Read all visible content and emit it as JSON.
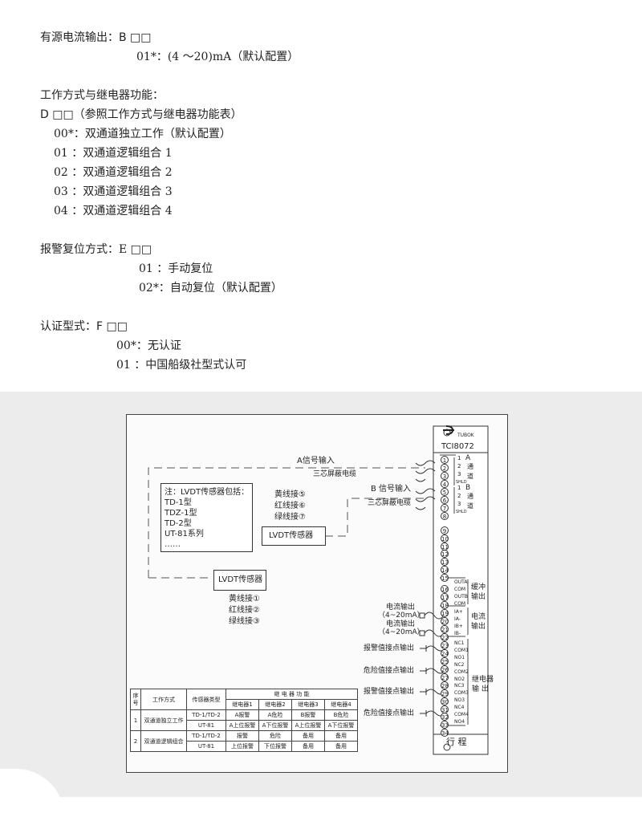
{
  "source": {
    "title": "有源电流输出：B □□",
    "option": "01*：(4 ～20)mA（默认配置）"
  },
  "mode": {
    "title": "工作方式与继电器功能：",
    "subtitle": "D □□（参照工作方式与继电器功能表）",
    "options": [
      "00*：双通道独立工作（默认配置）",
      "01 ：双通道逻辑组合 1",
      "02 ：双通道逻辑组合 2",
      "03 ：双通道逻辑组合 3",
      "04 ：双通道逻辑组合 4"
    ]
  },
  "reset": {
    "title": "报警复位方式：E □□",
    "options": [
      "01 ：手动复位",
      "02*：自动复位（默认配置）"
    ]
  },
  "cert": {
    "title": "认证型式：F □□",
    "options": [
      "00*：无认证",
      "01 ：中国船级社型式认可"
    ]
  },
  "diagram": {
    "device": {
      "logo": "TUBOK",
      "model": "TCI8072",
      "bottom": "行 程"
    },
    "chA": {
      "signal": "A信号输入",
      "cable": "三芯屏蔽电缆",
      "label": "A",
      "chars": [
        "通",
        "道"
      ],
      "pins": [
        "1",
        "2",
        "3",
        "SHLD"
      ]
    },
    "chB": {
      "signal": "B 信号输入",
      "cable": "三芯屏蔽电缆",
      "label": "B",
      "chars": [
        "通",
        "道"
      ],
      "pins": [
        "1",
        "2",
        "3",
        "SHLD"
      ]
    },
    "note": [
      "注：LVDT传感器包括：",
      "TD-1型",
      "TDZ-1型",
      "TD-2型",
      "UT-81系列",
      "……"
    ],
    "wiresB": [
      "黄线接⑤",
      "红线接⑥",
      "绿线接⑦"
    ],
    "sensorB": "LVDT传感器",
    "sensorA": "LVDT传感器",
    "wiresA": [
      "黄线接①",
      "红线接②",
      "绿线接③"
    ],
    "buffer": {
      "pins": [
        "OUTA",
        "COM",
        "OUTB",
        "COM"
      ],
      "label": [
        "缓冲",
        "输出"
      ]
    },
    "current": {
      "outA": [
        "电流输出",
        "（4~20mA）"
      ],
      "outB": [
        "电流输出",
        "（4~20mA）"
      ],
      "pins": [
        "IA+",
        "IA-",
        "IB+",
        "IB-"
      ],
      "label": [
        "电流",
        "输出"
      ]
    },
    "relay": {
      "contacts": [
        "报警值接点输出",
        "危险值接点输出",
        "报警值接点输出",
        "危险值接点输出"
      ],
      "pins": [
        "NC1",
        "COM1",
        "NO1",
        "NC2",
        "COM2",
        "NO2",
        "NC3",
        "COM3",
        "NO3",
        "NC4",
        "COM4",
        "NO4"
      ],
      "label": [
        "继电器",
        "输 出"
      ]
    },
    "terminals": [
      "1",
      "2",
      "3",
      "4",
      "5",
      "6",
      "7",
      "8",
      "9",
      "10",
      "11",
      "12",
      "13",
      "14",
      "15",
      "16",
      "17",
      "18",
      "19",
      "20",
      "21",
      "22",
      "23",
      "24",
      "25",
      "26",
      "27",
      "28",
      "29",
      "30",
      "31",
      "32",
      "33",
      "34"
    ]
  },
  "table": {
    "h_no": "序号",
    "h_mode": "工作方式",
    "h_type": "传感器类型",
    "h_relay": "继 电 器 功 能",
    "h_relays": [
      "继电器1",
      "继电器2",
      "继电器3",
      "继电器4"
    ],
    "rows": [
      {
        "no": "1",
        "mode": "双通道独立工作",
        "sub": [
          {
            "type": "TD-1/TD-2",
            "r": [
              "A报警",
              "A危险",
              "B报警",
              "B危险"
            ]
          },
          {
            "type": "UT-81",
            "r": [
              "A上位报警",
              "A下位报警",
              "A上位报警",
              "A下位报警"
            ]
          }
        ]
      },
      {
        "no": "2",
        "mode": "双通道逻辑组合",
        "sub": [
          {
            "type": "TD-1/TD-2",
            "r": [
              "报警",
              "危险",
              "备用",
              "备用"
            ]
          },
          {
            "type": "UT-81",
            "r": [
              "上位报警",
              "下位报警",
              "备用",
              "备用"
            ]
          }
        ]
      }
    ]
  }
}
